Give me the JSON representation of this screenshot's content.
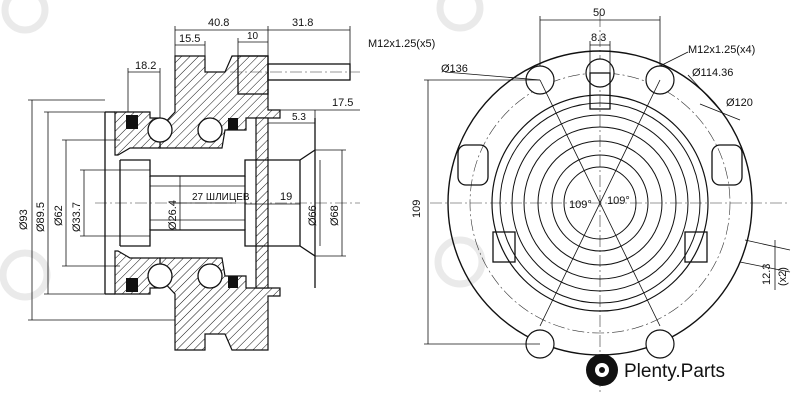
{
  "section_view": {
    "dim_40_8": "40.8",
    "dim_31_8": "31.8",
    "dim_15_5": "15.5",
    "dim_10": "10",
    "dim_18_2": "18.2",
    "dim_17_5": "17.5",
    "dim_5_3": "5.3",
    "dim_19": "19",
    "thread_label": "M12x1.25(x5)",
    "dia_93": "Ø93",
    "dia_89_5": "Ø89.5",
    "dia_62": "Ø62",
    "dia_33_7": "Ø33.7",
    "dia_26_4": "Ø26.4",
    "splines_label": "27 ШЛИЦЕВ",
    "dia_66": "Ø66",
    "dia_68": "Ø68"
  },
  "front_view": {
    "dim_50": "50",
    "dim_8_3": "8.3",
    "thread_label": "M12x1.25(x4)",
    "dia_136": "Ø136",
    "dia_114_36": "Ø114.36",
    "dia_120": "Ø120",
    "dim_109": "109",
    "angle_1": "109°",
    "angle_2": "109°",
    "dim_12_3": "12.3",
    "dim_x2": "(x2)"
  },
  "watermark": {
    "brand_name": "Plenty.Parts",
    "logo_icon": "plenty-parts-logo-icon"
  }
}
